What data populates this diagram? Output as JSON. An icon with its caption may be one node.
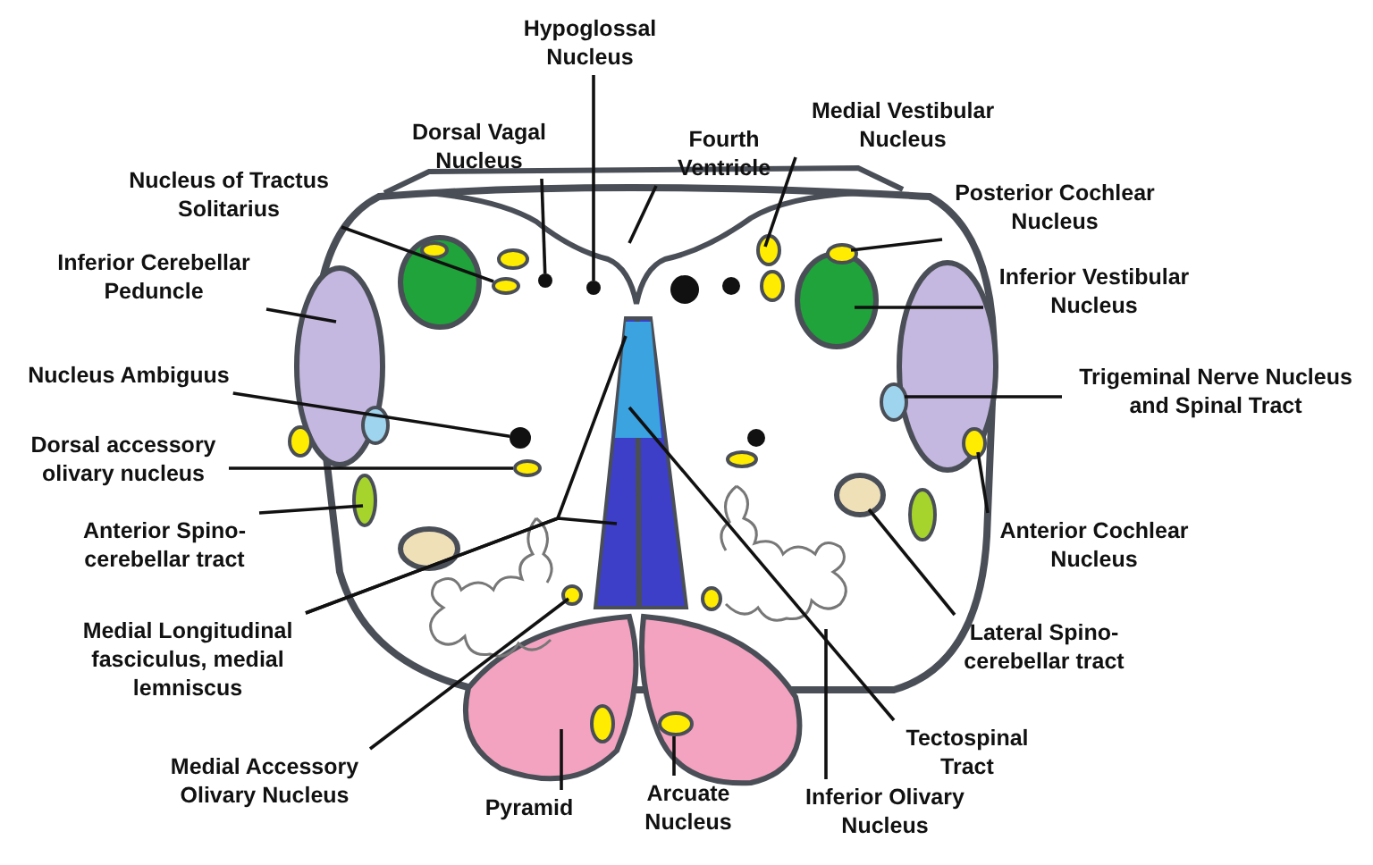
{
  "diagram": {
    "nodes": [
      {
        "text": [
          "Hypoglossal Nucleus"
        ]
      },
      {
        "text": [
          "Dorsal Vagal Nucleus"
        ]
      },
      {
        "text": [
          "Fourth Ventricle"
        ]
      },
      {
        "text": [
          "Medial Vestibular Nucleus"
        ]
      },
      {
        "text": [
          "Nucleus of Tractus Solitarius"
        ]
      },
      {
        "text": [
          "Posterior Cochlear Nucleus"
        ]
      },
      {
        "text": [
          "Inferior Cerebellar Peduncle"
        ]
      },
      {
        "text": [
          "Inferior Vestibular Nucleus"
        ]
      },
      {
        "text": [
          "Nucleus Ambiguus"
        ]
      },
      {
        "text": [
          "Trigeminal Nerve Nucleus and Spinal Tract"
        ]
      },
      {
        "text": [
          "Dorsal accessory olivary nucleus"
        ]
      },
      {
        "text": [
          "Anterior Spino-cerebellar tract"
        ]
      },
      {
        "text": [
          "Anterior Cochlear Nucleus"
        ]
      },
      {
        "text": [
          "Medial Longitudinal fasciculus, medial lemniscus"
        ]
      },
      {
        "text": [
          "Lateral Spino-cerebellar tract"
        ]
      },
      {
        "text": [
          "Medial Accessory Olivary Nucleus"
        ]
      },
      {
        "text": [
          "Tectospinal Tract"
        ]
      },
      {
        "text": [
          "Pyramid"
        ]
      },
      {
        "text": [
          "Arcuate Nucleus"
        ]
      },
      {
        "text": [
          "Inferior Olivary Nucleus"
        ]
      },
      {
        "text": [],
        "shape": "circle"
      },
      {
        "text": [],
        "shape": "circle"
      },
      {
        "text": [],
        "shape": "circle"
      },
      {
        "text": [],
        "shape": "ellipse"
      },
      {
        "text": [],
        "shape": "ellipse"
      }
    ],
    "edges": [
      {
        "from": 0,
        "to": 21,
        "arrow": "none"
      },
      {
        "from": 1,
        "to": 20,
        "arrow": "none"
      },
      {
        "from": 2,
        "to": null,
        "arrow": "none"
      },
      {
        "from": 3,
        "to": null,
        "arrow": "none"
      },
      {
        "from": 4,
        "to": 23,
        "arrow": "none"
      },
      {
        "from": 5,
        "to": null,
        "arrow": "none"
      },
      {
        "from": 6,
        "to": null,
        "arrow": "none"
      },
      {
        "from": 7,
        "to": null,
        "arrow": "none"
      },
      {
        "from": 8,
        "to": 22,
        "arrow": "none"
      },
      {
        "from": 9,
        "to": null,
        "arrow": "none"
      },
      {
        "from": 10,
        "to": 24,
        "arrow": "none"
      },
      {
        "from": 11,
        "to": null,
        "arrow": "none"
      },
      {
        "from": 12,
        "to": null,
        "arrow": "none"
      },
      {
        "from": 13,
        "to": null,
        "arrow": "none"
      },
      {
        "from": 13,
        "to": null,
        "arrow": "none"
      },
      {
        "from": 14,
        "to": null,
        "arrow": "none"
      },
      {
        "from": 15,
        "to": null,
        "arrow": "none"
      },
      {
        "from": 16,
        "to": null,
        "arrow": "none"
      },
      {
        "from": 17,
        "to": null,
        "arrow": "none"
      },
      {
        "from": 18,
        "to": null,
        "arrow": "none"
      },
      {
        "from": 19,
        "to": null,
        "arrow": "none"
      }
    ]
  }
}
